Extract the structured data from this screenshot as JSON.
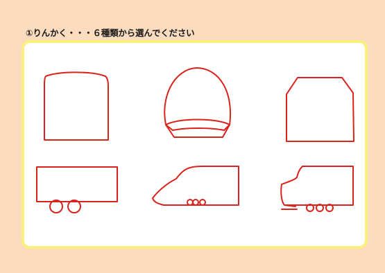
{
  "heading": "①りんかく・・・６種類から選んでください",
  "outlines": [
    {
      "name": "outline-option-rounded-top"
    },
    {
      "name": "outline-option-bullet-nose"
    },
    {
      "name": "outline-option-octagon"
    },
    {
      "name": "outline-option-box-car"
    },
    {
      "name": "outline-option-shinkansen"
    },
    {
      "name": "outline-option-snub-nose"
    }
  ],
  "colors": {
    "background": "#fbdcbf",
    "panel_border": "#fbf07c",
    "outline_stroke": "#d9221b"
  }
}
